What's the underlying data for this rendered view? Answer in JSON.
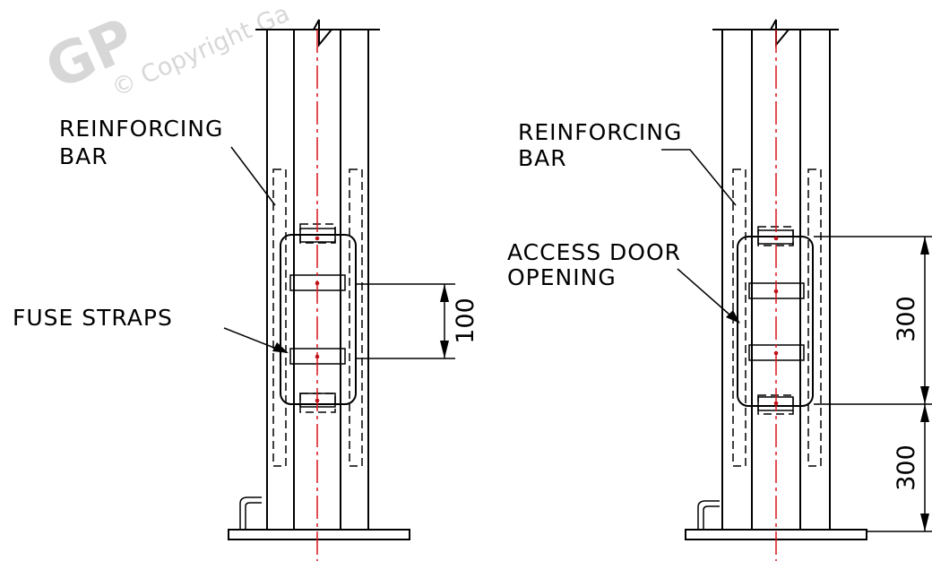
{
  "watermark": {
    "brand": "GP",
    "copyright": "© Copyright Ga"
  },
  "left_detail": {
    "label_bar": [
      "REINFORCING",
      "BAR"
    ],
    "label_straps": "FUSE STRAPS",
    "dim_spacing": "100"
  },
  "right_detail": {
    "label_bar": [
      "REINFORCING",
      "BAR"
    ],
    "label_door": [
      "ACCESS DOOR",
      "OPENING"
    ],
    "dim_door": "300",
    "dim_lower": "300"
  }
}
